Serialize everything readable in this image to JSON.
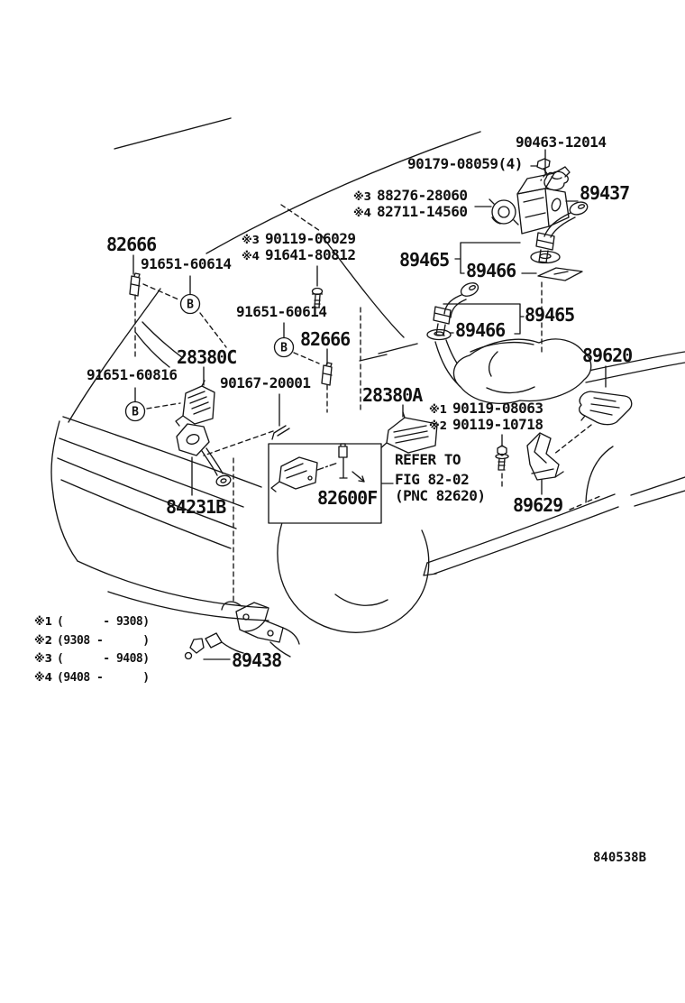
{
  "drawing": {
    "code": "840538B"
  },
  "part_numbers": {
    "n90463_12014": "90463-12014",
    "n90179_08059": "90179-08059(4)",
    "n89437": "89437",
    "n88276_28060": "88276-28060",
    "n82711_14560": "82711-14560",
    "n90119_06029": "90119-06029",
    "n91641_80812": "91641-80812",
    "n89465": "89465",
    "n89466": "89466",
    "n82666": "82666",
    "n91651_60614": "91651-60614",
    "n91651_60816": "91651-60816",
    "n28380C": "28380C",
    "n90167_20001": "90167-20001",
    "n28380A": "28380A",
    "n89620": "89620",
    "n90119_08063": "90119-08063",
    "n90119_10718": "90119-10718",
    "n84231B": "84231B",
    "n82600F": "82600F",
    "n89629": "89629",
    "n89438": "89438"
  },
  "marks": {
    "m1": "※1",
    "m2": "※2",
    "m3": "※3",
    "m4": "※4"
  },
  "refer_note": {
    "line1": "REFER TO",
    "line2": "FIG 82-02",
    "line3": "(PNC 82620)"
  },
  "legend": {
    "r1": {
      "mark": "※1",
      "range": "(      - 9308)"
    },
    "r2": {
      "mark": "※2",
      "range": "(9308 -      )"
    },
    "r3": {
      "mark": "※3",
      "range": "(      - 9408)"
    },
    "r4": {
      "mark": "※4",
      "range": "(9408 -      )"
    }
  },
  "symbols": {
    "fastener_b": "B"
  }
}
